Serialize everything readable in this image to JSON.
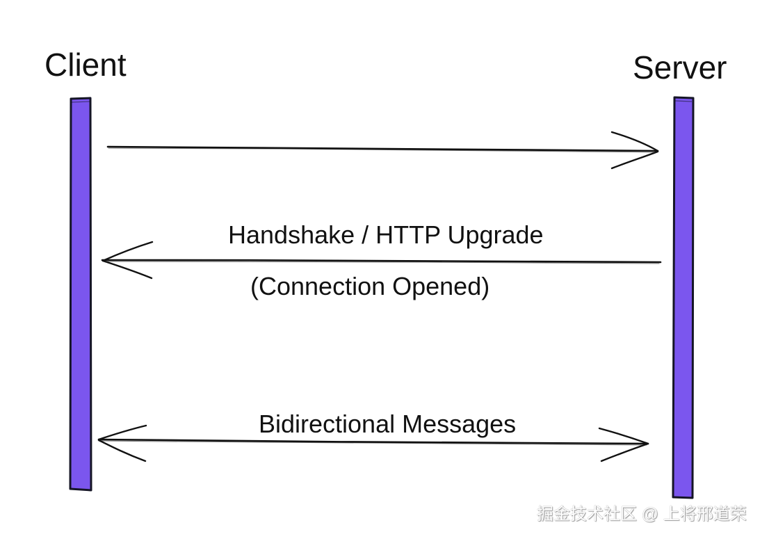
{
  "diagram": {
    "client_label": "Client",
    "server_label": "Server",
    "message_1_label": "",
    "message_2_label_line_1": "Handshake / HTTP Upgrade",
    "message_2_label_line_2": "(Connection Opened)",
    "message_3_label": "Bidirectional Messages",
    "watermark": "掘金技术社区 @ 上将邢道荣",
    "colors": {
      "background": "#ffffff",
      "ink": "#111111",
      "lifeline_fill": "#7b56ee",
      "lifeline_stroke": "#151526"
    }
  }
}
